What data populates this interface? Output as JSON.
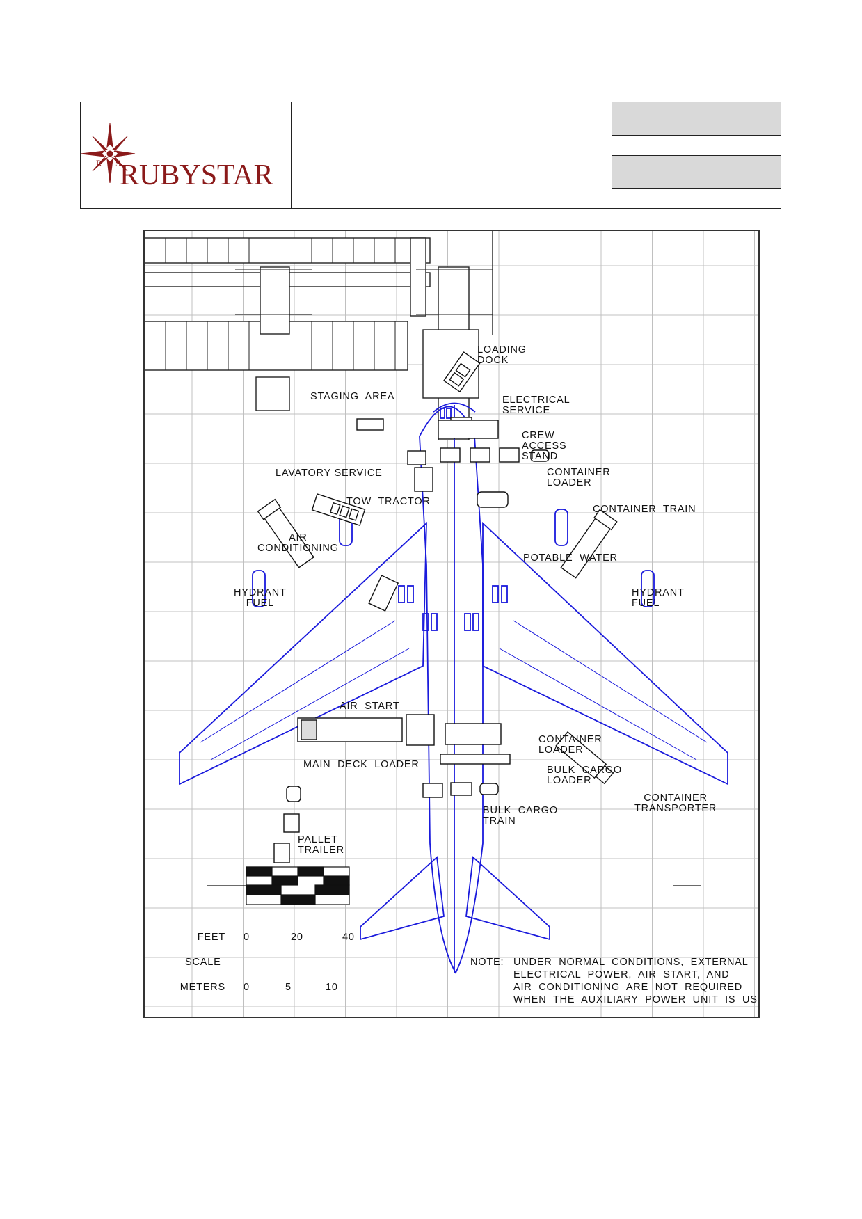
{
  "header": {
    "brand_name": "RUBYSTAR",
    "logo_initials": "R S",
    "brand_color": "#8b1a1a"
  },
  "drawing": {
    "labels": {
      "loading_dock": "LOADING\nDOCK",
      "staging_area": "STAGING  AREA",
      "electrical_service": "ELECTRICAL\nSERVICE",
      "crew_access_stand": "CREW\nACCESS\nSTAND",
      "lavatory_service": "LAVATORY SERVICE",
      "container_loader_fwd": "CONTAINER\nLOADER",
      "tow_tractor": "TOW  TRACTOR",
      "container_train": "CONTAINER  TRAIN",
      "air_conditioning": "AIR\nCONDITIONING",
      "potable_water": "POTABLE  WATER",
      "hydrant_fuel_left": "HYDRANT\nFUEL",
      "hydrant_fuel_right": "HYDRANT\nFUEL",
      "air_start": "AIR  START",
      "main_deck_loader": "MAIN  DECK  LOADER",
      "container_loader_aft": "CONTAINER\nLOADER",
      "bulk_cargo_loader": "BULK  CARGO\nLOADER",
      "container_transporter": "CONTAINER\nTRANSPORTER",
      "bulk_cargo_train": "BULK  CARGO\nTRAIN",
      "pallet_trailer": "PALLET\nTRAILER"
    },
    "scale": {
      "feet_label": "FEET",
      "scale_label": "SCALE",
      "meters_label": "METERS",
      "feet_ticks": [
        "0",
        "20",
        "40"
      ],
      "meter_ticks": [
        "0",
        "5",
        "10"
      ]
    },
    "note": {
      "prefix": "NOTE:",
      "lines": [
        "UNDER  NORMAL  CONDITIONS,  EXTERNAL",
        "ELECTRICAL  POWER,  AIR  START,  AND",
        "AIR  CONDITIONING  ARE  NOT  REQUIRED",
        "WHEN  THE  AUXILIARY  POWER  UNIT  IS  USED."
      ]
    },
    "colors": {
      "aircraft": "#1a1adc",
      "grid": "#c0c0c0",
      "equipment": "#111111"
    }
  }
}
